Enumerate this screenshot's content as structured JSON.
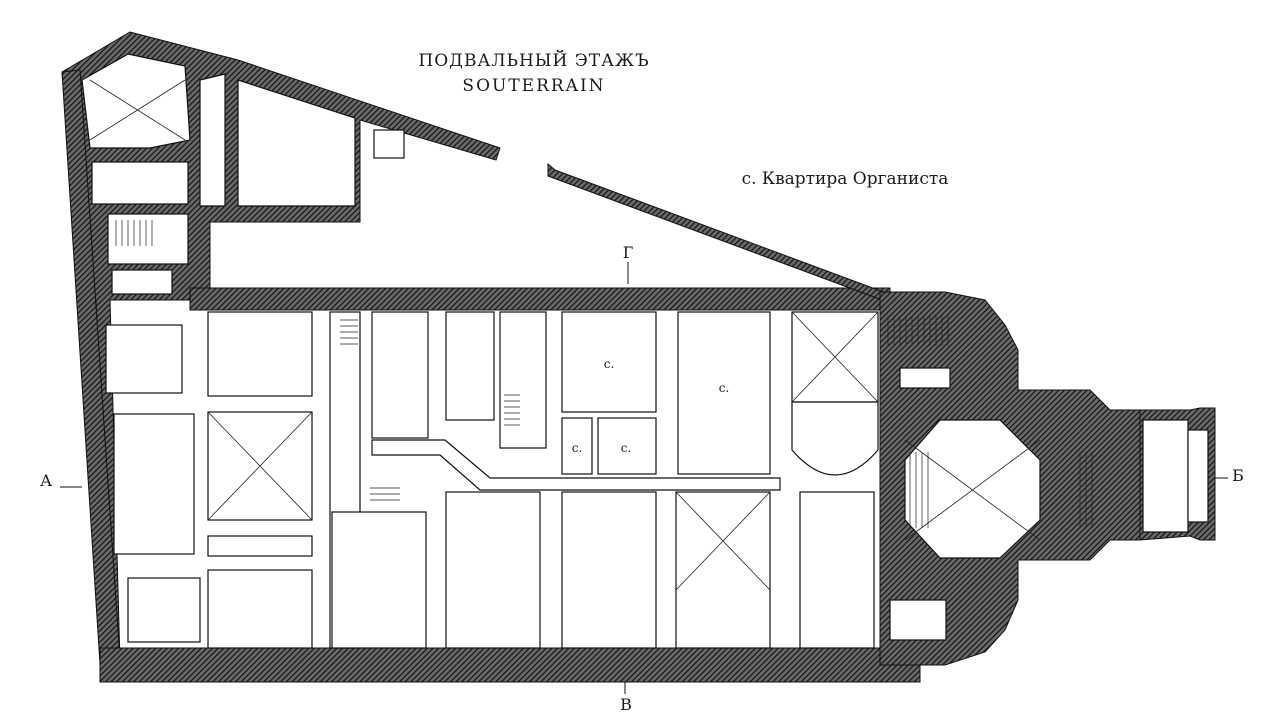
{
  "title": {
    "russian": "ПОДВАЛЬНЫЙ ЭТАЖЪ",
    "french": "SOUTERRAIN"
  },
  "legend": {
    "caption": "с. Квартира Органиста"
  },
  "section_marks": {
    "a": "А",
    "b": "Б",
    "v": "В",
    "g": "Г"
  },
  "room_labels": {
    "c1": "с.",
    "c2": "с.",
    "c3": "с.",
    "c4": "с."
  },
  "colors": {
    "wall": "#2b2b2b",
    "paper": "#ffffff",
    "line": "#222222"
  }
}
